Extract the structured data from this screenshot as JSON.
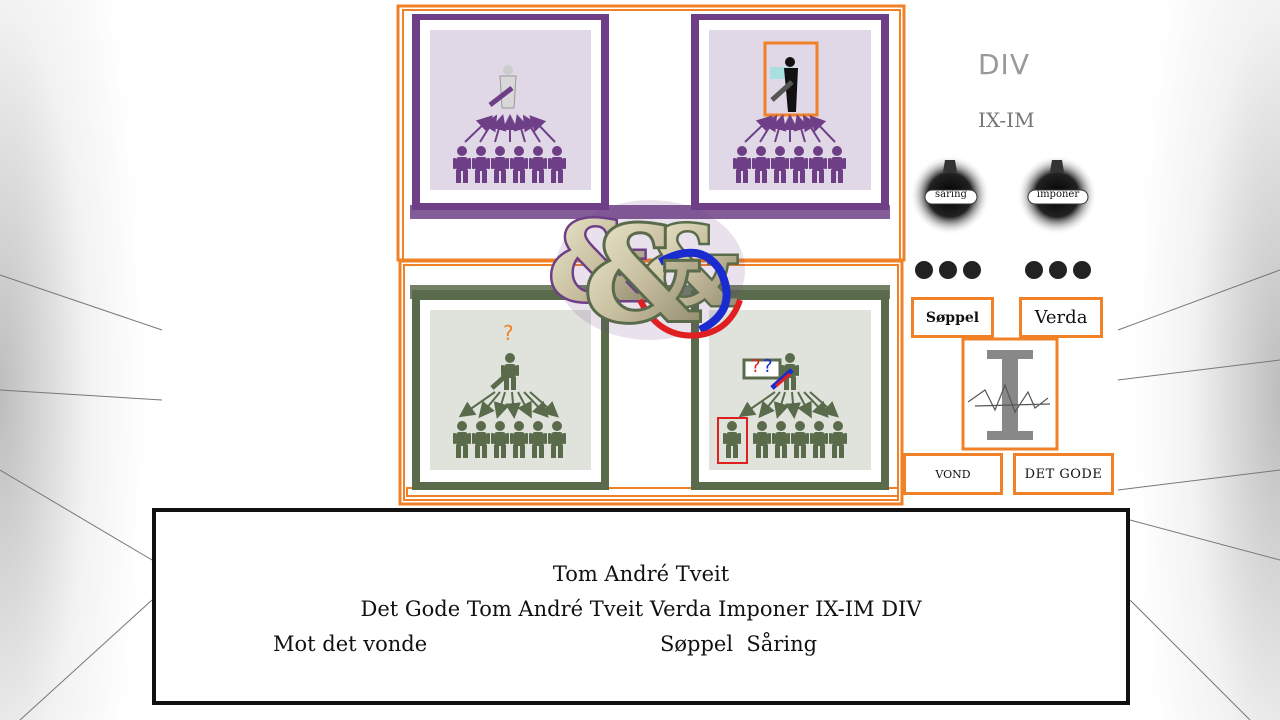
{
  "diagram": {
    "right_column": {
      "title_top": "DIV",
      "title_sub": "IX-IM",
      "orb_left_label": "såring",
      "orb_right_label": "imponer",
      "box_left": "Søppel",
      "box_right": "Verda",
      "box_bottom_left": "VOND",
      "box_bottom_right": "DET GODE"
    },
    "bottom_left_panel": {
      "question": "?"
    },
    "bottom_right_panel": {
      "question_red": "?",
      "question_blue": "?"
    }
  },
  "caption": {
    "line1": "Tom André Tveit",
    "line2": "Det Gode Tom André Tveit Verda Imponer IX-IM DIV",
    "line3_left": "Mot det vonde",
    "line3_right": "Søppel  Såring"
  },
  "colors": {
    "purple": "#6e3f86",
    "purple_light": "#e0d8e6",
    "green": "#5a6b4c",
    "green_light": "#dfe3dc",
    "orange": "#f08127",
    "red": "#e02020",
    "blue": "#1a2bd0"
  }
}
